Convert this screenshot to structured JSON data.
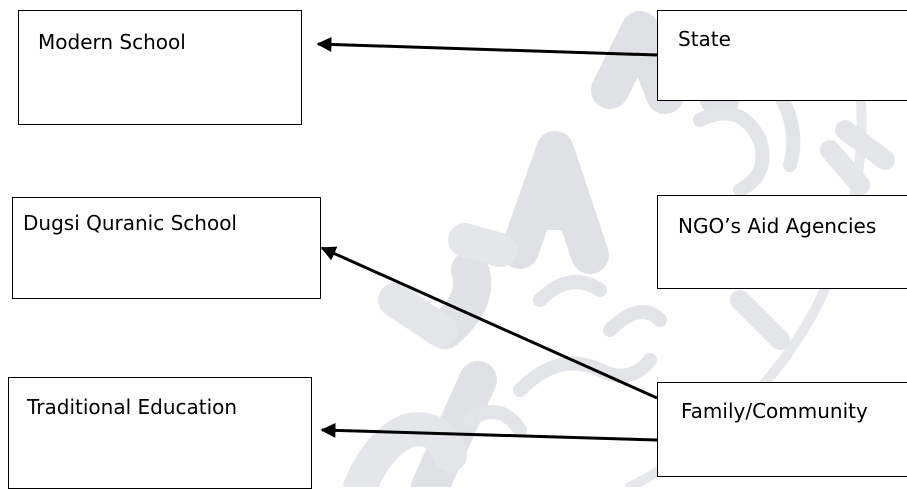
{
  "diagram": {
    "boxes": {
      "modern_school": "Modern School",
      "dugsi": "Dugsi Quranic School",
      "traditional": "Traditional Education",
      "state": "State",
      "ngo": "NGO’s Aid Agencies",
      "family": "Family/Community"
    },
    "arrows": [
      {
        "from": "State",
        "to": "Modern School"
      },
      {
        "from": "Family/Community",
        "to": "Dugsi Quranic School"
      },
      {
        "from": "Family/Community",
        "to": "Traditional Education"
      }
    ],
    "colors": {
      "line": "#000000",
      "box_border": "#000000",
      "watermark": "#dfe1e6"
    }
  }
}
